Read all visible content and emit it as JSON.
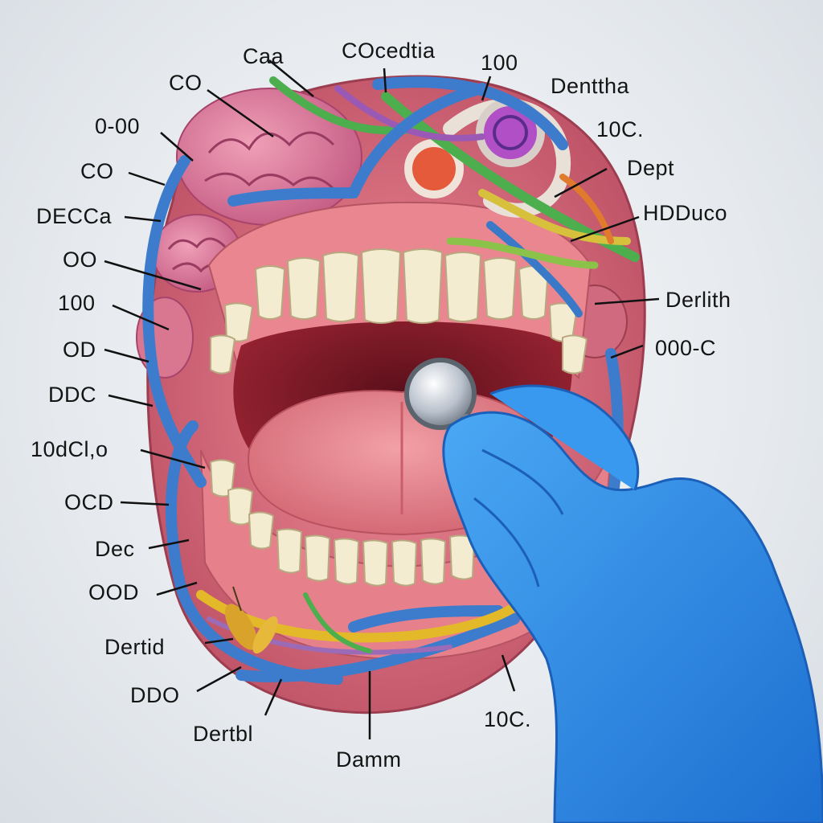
{
  "diagram": {
    "labels_left": [
      "CO",
      "0-00",
      "CO",
      "DECCa",
      "OO",
      "100",
      "OD",
      "DDC",
      "10dCl,o",
      "OCD",
      "Dec",
      "OOD",
      "Dertid",
      "DDO",
      "Dertbl"
    ],
    "labels_top": [
      "Caa",
      "COcedtia",
      "100"
    ],
    "labels_right": [
      "Denttha",
      "10C.",
      "Dept",
      "HDDuco",
      "Derlith",
      "000-C",
      "10C."
    ],
    "labels_bottom": [
      "Damm"
    ]
  },
  "colors": {
    "background": "#e9edf1",
    "gum": "#e07a86",
    "tooth": "#f1ebd0",
    "tongue": "#e48a92",
    "glove": "#2f8ee8",
    "vessel_blue": "#3a78c8",
    "brain_pink": "#d9738e"
  }
}
